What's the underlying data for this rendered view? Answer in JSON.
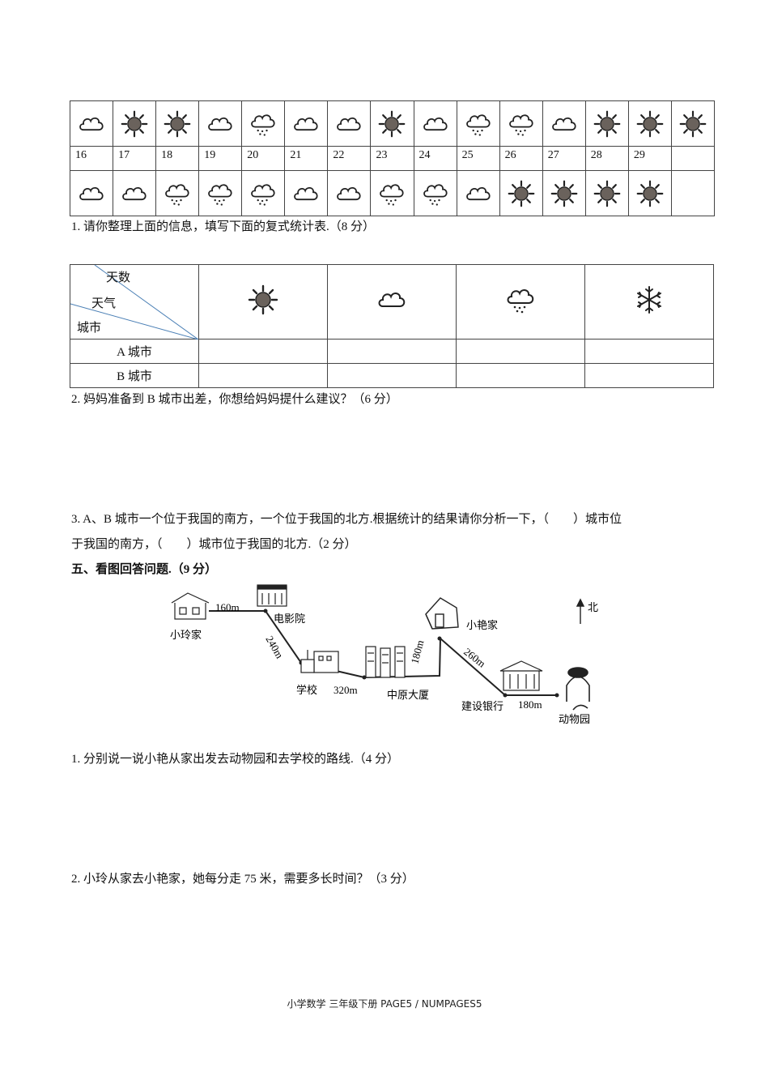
{
  "weather_grid": {
    "row1_icons": [
      "cloudy",
      "sunny",
      "sunny",
      "cloudy",
      "rainy",
      "cloudy",
      "cloudy",
      "sunny",
      "cloudy",
      "rainy",
      "rainy",
      "cloudy",
      "sunny",
      "sunny",
      "sunny"
    ],
    "row2_days": [
      "16",
      "17",
      "18",
      "19",
      "20",
      "21",
      "22",
      "23",
      "24",
      "25",
      "26",
      "27",
      "28",
      "29",
      ""
    ],
    "row2_icons": [
      "cloudy",
      "cloudy",
      "rainy",
      "rainy",
      "rainy",
      "cloudy",
      "cloudy",
      "rainy",
      "rainy",
      "cloudy",
      "sunny",
      "sunny",
      "sunny",
      "sunny",
      ""
    ]
  },
  "q1_text": "1. 请你整理上面的信息，填写下面的复式统计表.（8 分）",
  "stat_table": {
    "header_days": "天数",
    "header_weather": "天气",
    "header_city": "城市",
    "weather_icons": [
      "sunny-icon",
      "cloud-icon",
      "rain-icon",
      "snowflake-icon"
    ],
    "rows": [
      "A 城市",
      "B 城市"
    ]
  },
  "q2_text": "2. 妈妈准备到 B 城市出差，你想给妈妈提什么建议？（6 分）",
  "q3_line1": "3. A、B 城市一个位于我国的南方，一个位于我国的北方.根据统计的结果请你分析一下，（　　）城市位",
  "q3_line2": "于我国的南方，（　　）城市位于我国的北方.（2 分）",
  "section5_title": "五、看图回答问题.（9 分）",
  "map": {
    "xiaoling_home": "小玲家",
    "cinema": "电影院",
    "school": "学校",
    "zhongyuan": "中原大厦",
    "xiaoyan_home": "小艳家",
    "bank": "建设银行",
    "zoo": "动物园",
    "north": "北",
    "d_home_cinema": "160m",
    "d_cinema_school": "240m",
    "d_school_zhongyuan": "320m",
    "d_zhongyuan_xiaoyan": "180m",
    "d_xiaoyan_bank": "260m",
    "d_bank_zoo": "180m"
  },
  "q5_1_text": "1. 分别说一说小艳从家出发去动物园和去学校的路线.（4 分）",
  "q5_2_text": "2. 小玲从家去小艳家，她每分走 75 米，需要多长时间？（3 分）",
  "footer": "小学数学  三年级下册  PAGE5 / NUMPAGES5"
}
